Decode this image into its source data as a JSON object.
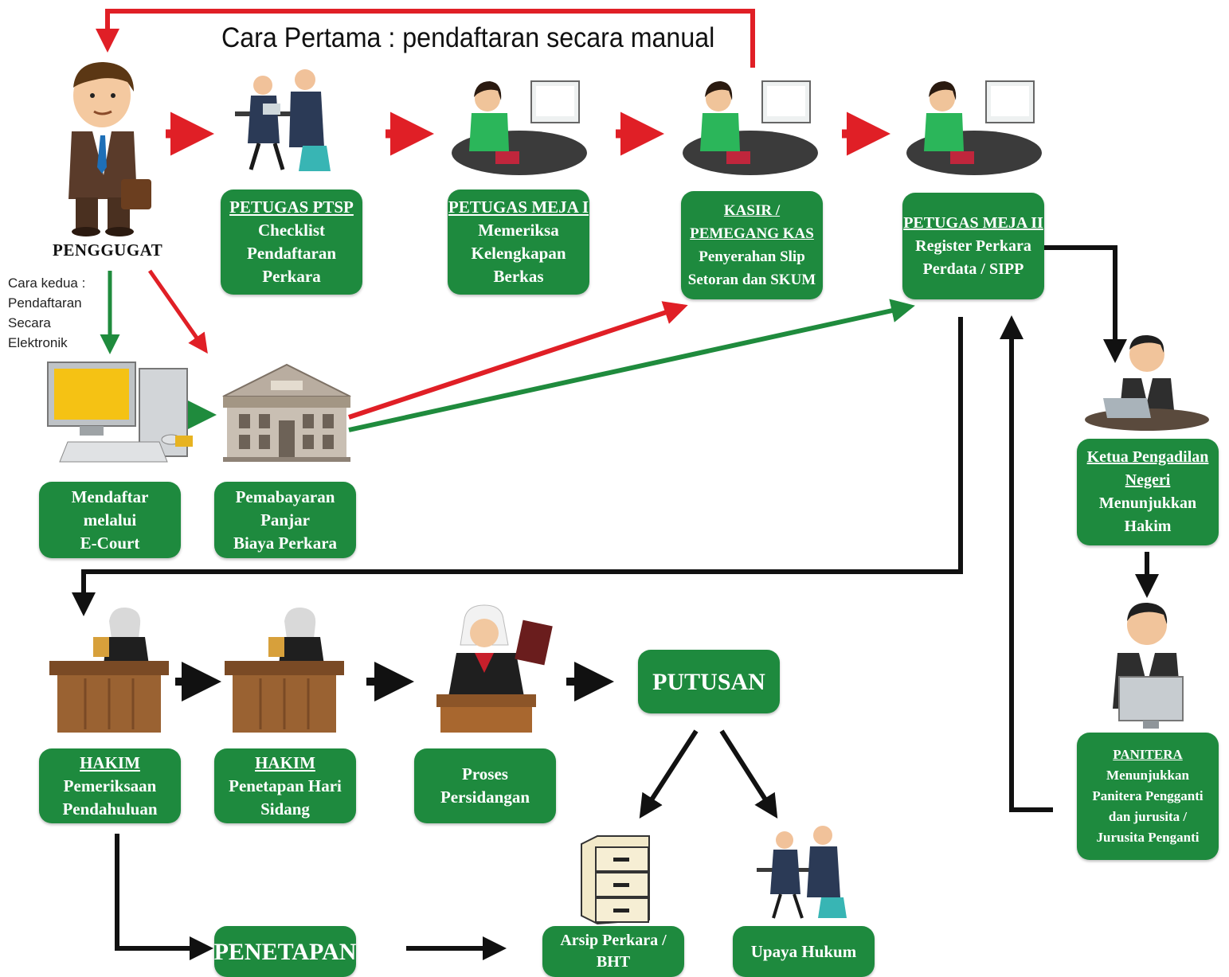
{
  "title": "Cara Pertama : pendaftaran secara manual",
  "plaintiff_label": "PENGGUGAT",
  "second_way": [
    "Cara kedua :",
    "Pendaftaran",
    "Secara",
    "Elektronik"
  ],
  "boxes": {
    "ptsp": {
      "head": "PETUGAS PTSP",
      "lines": [
        "Checklist",
        "Pendaftaran",
        "Perkara"
      ]
    },
    "meja1": {
      "head": "PETUGAS MEJA I",
      "lines": [
        "Memeriksa",
        "Kelengkapan",
        "Berkas"
      ]
    },
    "kasir": {
      "head": "KASIR /",
      "head2": "PEMEGANG KAS",
      "lines": [
        "Penyerahan Slip",
        "Setoran dan SKUM"
      ]
    },
    "meja2": {
      "head": "PETUGAS MEJA II",
      "lines": [
        "Register Perkara",
        "Perdata / SIPP"
      ]
    },
    "ecourt": {
      "lines": [
        "Mendaftar",
        "melalui",
        "E-Court"
      ]
    },
    "panjar": {
      "lines": [
        "Pemabayaran",
        "Panjar",
        "Biaya Perkara"
      ]
    },
    "ketua": {
      "head": "Ketua Pengadilan",
      "head2": "Negeri",
      "lines": [
        "Menunjukkan",
        "Hakim"
      ]
    },
    "panitera": {
      "head": "PANITERA",
      "lines": [
        "Menunjukkan",
        "Panitera Pengganti",
        "dan jurusita /",
        "Jurusita Penganti"
      ]
    },
    "hakim1": {
      "head": "HAKIM",
      "lines": [
        "Pemeriksaan",
        "Pendahuluan"
      ]
    },
    "hakim2": {
      "head": "HAKIM",
      "lines": [
        "Penetapan Hari",
        "Sidang"
      ]
    },
    "proses": {
      "lines": [
        "Proses",
        "Persidangan"
      ]
    },
    "putusan": {
      "label": "PUTUSAN"
    },
    "penetapan": {
      "label": "PENETAPAN"
    },
    "arsip": {
      "lines": [
        "Arsip Perkara /",
        "BHT"
      ]
    },
    "upaya": {
      "label": "Upaya Hukum"
    }
  },
  "colors": {
    "box": "#1e8a3e",
    "red_arrow": "#e01f26",
    "green_arrow": "#1f8b3d",
    "black_arrow": "#111111"
  }
}
